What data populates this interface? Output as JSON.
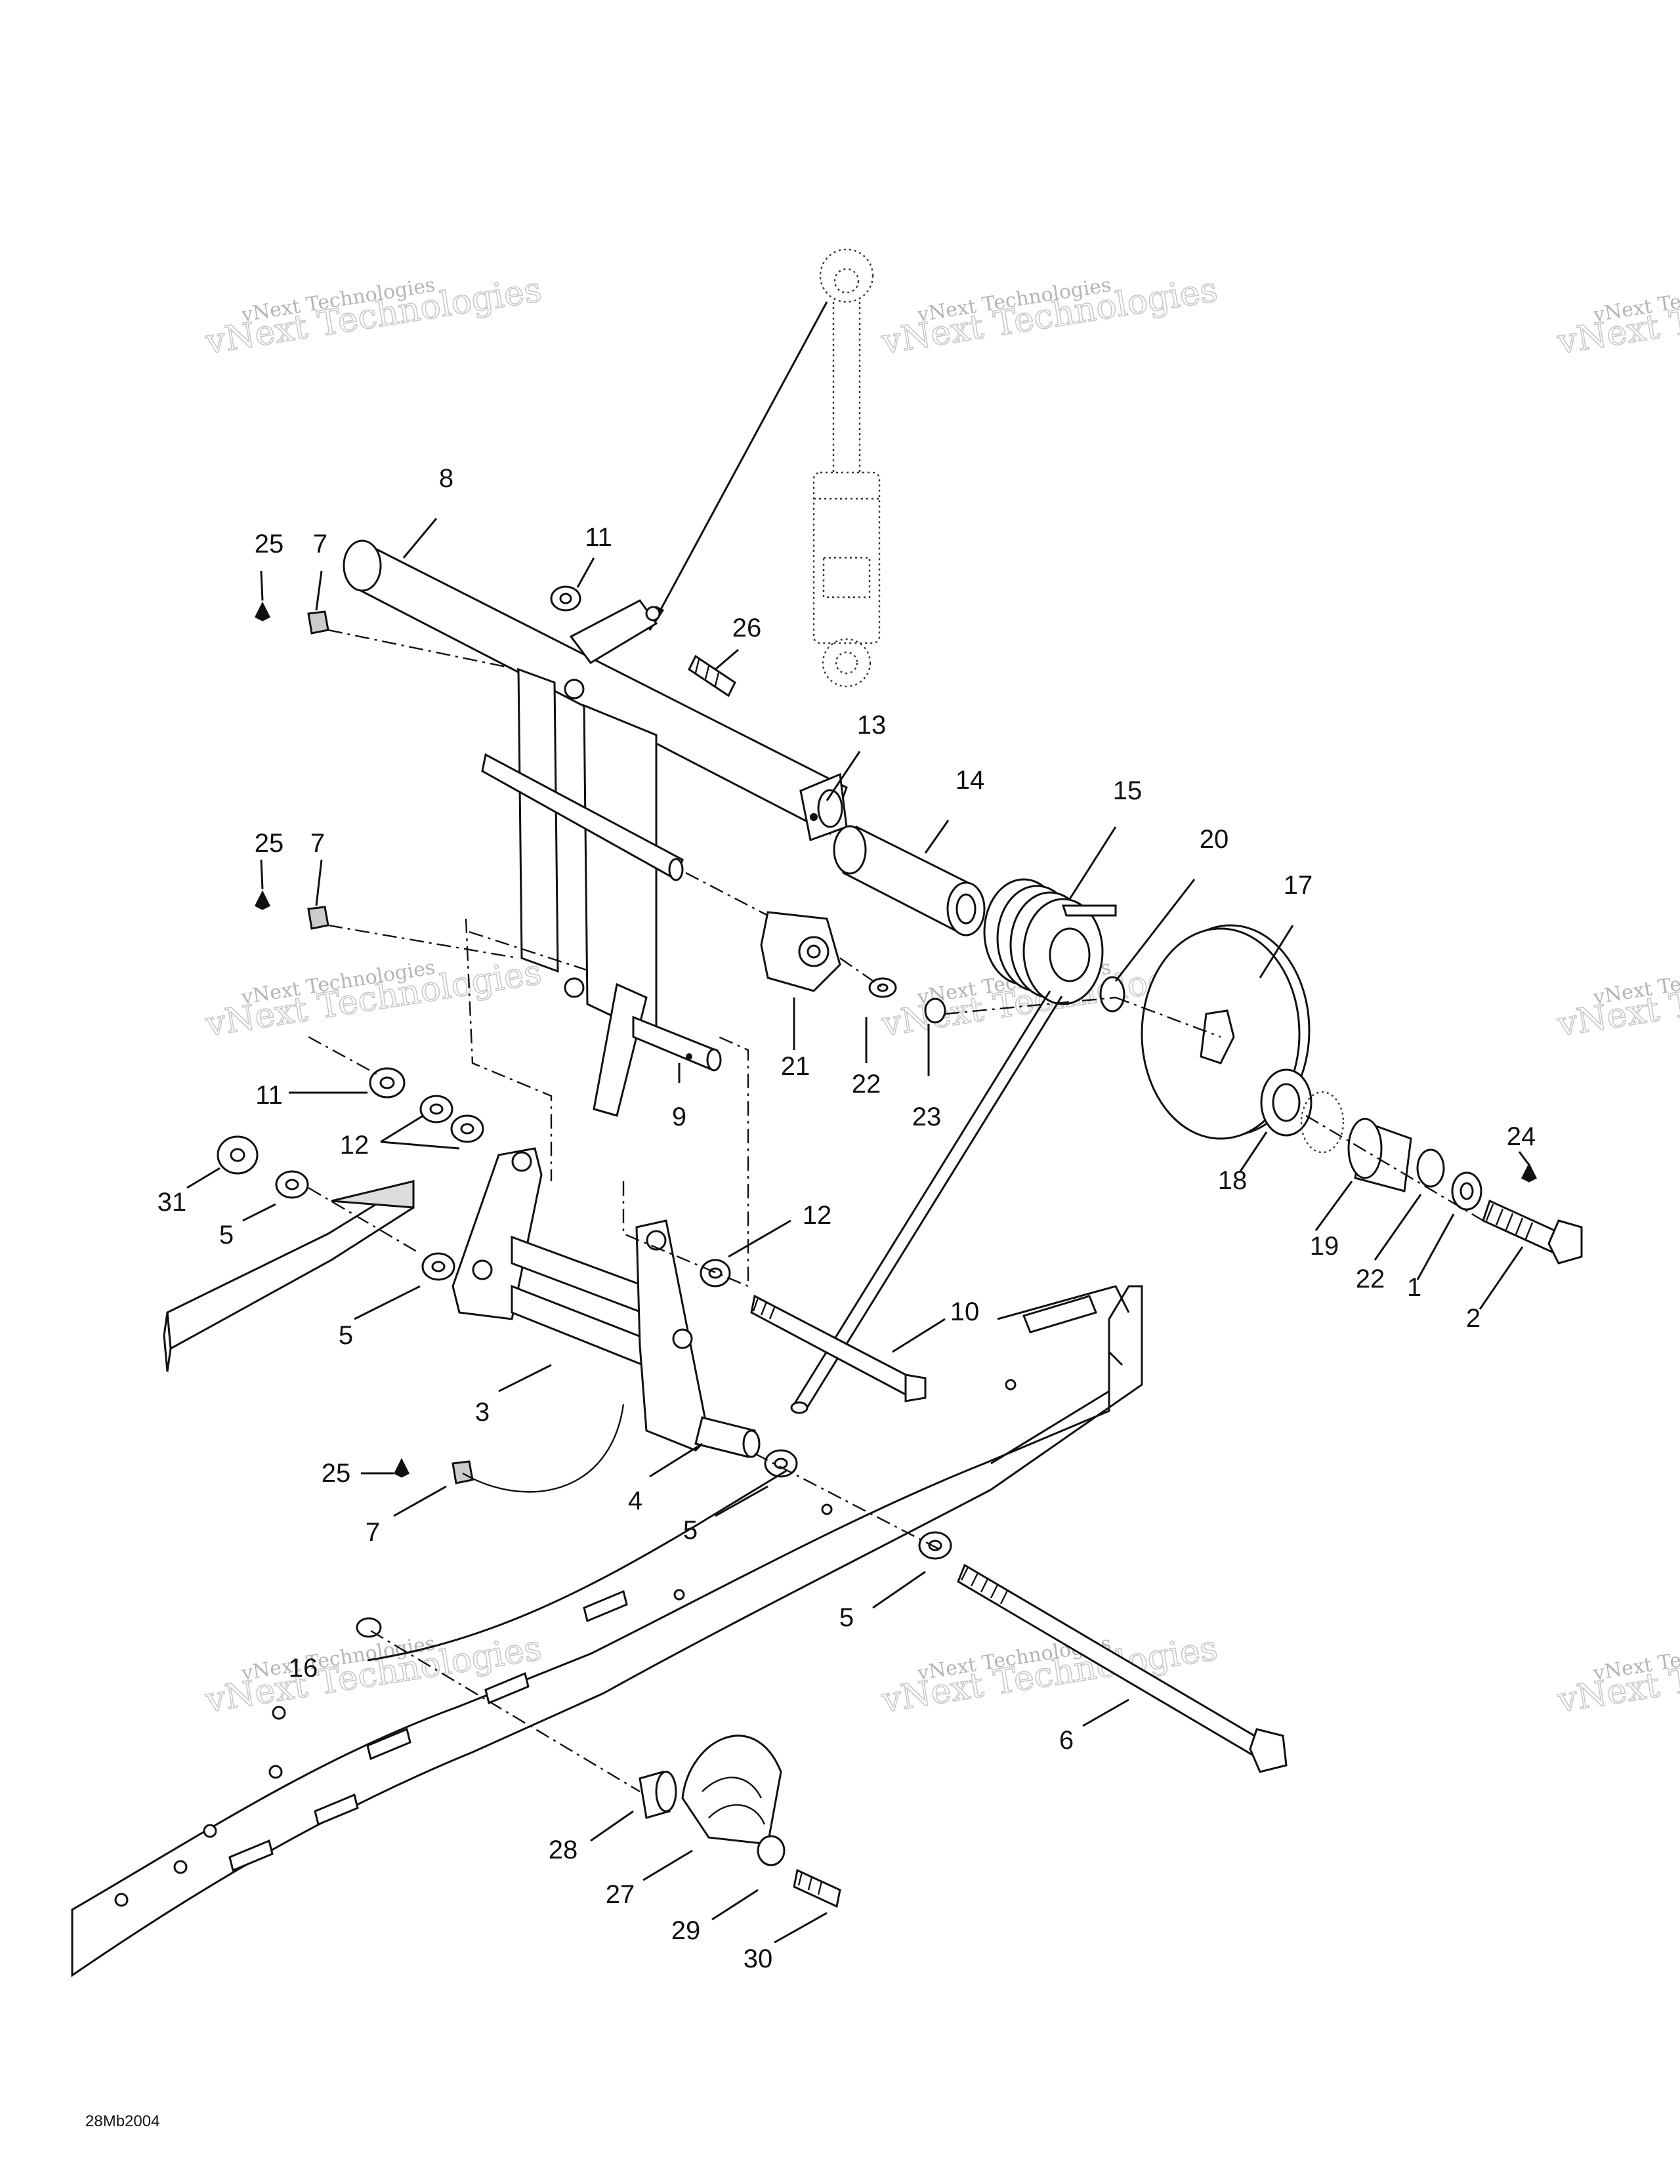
{
  "drawing_ref": "28Mb2004",
  "watermark": {
    "line1": "vNext Technologies",
    "line2": "vNext Technologies"
  },
  "callouts": [
    {
      "id": "c1",
      "text": "25"
    },
    {
      "id": "c2",
      "text": "7"
    },
    {
      "id": "c3",
      "text": "8"
    },
    {
      "id": "c4",
      "text": "11"
    },
    {
      "id": "c5",
      "text": "26"
    },
    {
      "id": "c6",
      "text": "13"
    },
    {
      "id": "c7",
      "text": "14"
    },
    {
      "id": "c8",
      "text": "15"
    },
    {
      "id": "c9",
      "text": "20"
    },
    {
      "id": "c10",
      "text": "17"
    },
    {
      "id": "c11",
      "text": "25"
    },
    {
      "id": "c12",
      "text": "7"
    },
    {
      "id": "c13",
      "text": "21"
    },
    {
      "id": "c14",
      "text": "22"
    },
    {
      "id": "c15",
      "text": "23"
    },
    {
      "id": "c16",
      "text": "9"
    },
    {
      "id": "c17",
      "text": "11"
    },
    {
      "id": "c18",
      "text": "12"
    },
    {
      "id": "c19",
      "text": "31"
    },
    {
      "id": "c20",
      "text": "5"
    },
    {
      "id": "c21",
      "text": "5"
    },
    {
      "id": "c22",
      "text": "12"
    },
    {
      "id": "c23",
      "text": "10"
    },
    {
      "id": "c24",
      "text": "18"
    },
    {
      "id": "c25",
      "text": "24"
    },
    {
      "id": "c26",
      "text": "19"
    },
    {
      "id": "c27",
      "text": "22"
    },
    {
      "id": "c28",
      "text": "1"
    },
    {
      "id": "c29",
      "text": "2"
    },
    {
      "id": "c30",
      "text": "3"
    },
    {
      "id": "c31",
      "text": "25"
    },
    {
      "id": "c32",
      "text": "4"
    },
    {
      "id": "c33",
      "text": "7"
    },
    {
      "id": "c34",
      "text": "5"
    },
    {
      "id": "c35",
      "text": "5"
    },
    {
      "id": "c36",
      "text": "16"
    },
    {
      "id": "c37",
      "text": "6"
    },
    {
      "id": "c38",
      "text": "28"
    },
    {
      "id": "c39",
      "text": "27"
    },
    {
      "id": "c40",
      "text": "29"
    },
    {
      "id": "c41",
      "text": "30"
    }
  ]
}
